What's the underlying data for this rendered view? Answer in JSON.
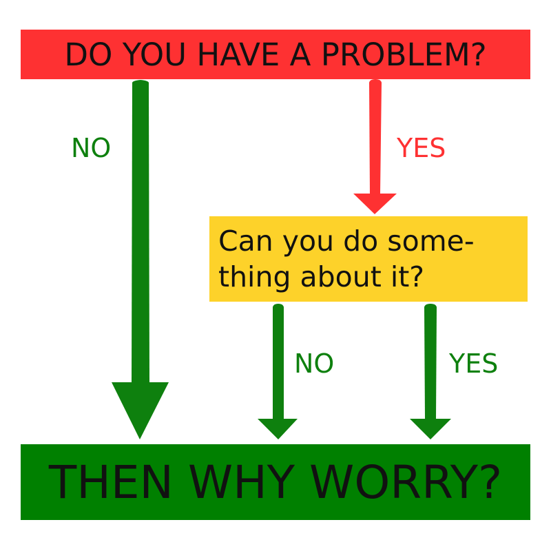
{
  "nodes": {
    "question_problem": {
      "text": "DO YOU HAVE A PROBLEM?",
      "color": "#fe3132"
    },
    "question_action": {
      "line1": "Can you do some-",
      "line2": "thing about it?",
      "color": "#fdd22a"
    },
    "conclusion": {
      "text": "THEN WHY WORRY?",
      "color": "#008000"
    }
  },
  "edges": {
    "problem_no": {
      "label": "NO",
      "color": "#0e800e"
    },
    "problem_yes": {
      "label": "YES",
      "color": "#fe3132"
    },
    "action_no": {
      "label": "NO",
      "color": "#0e800e"
    },
    "action_yes": {
      "label": "YES",
      "color": "#0e800e"
    }
  },
  "colors": {
    "arrow_green": "#0e800e",
    "arrow_red": "#fe3132",
    "text_dark": "#111111",
    "background": "#ffffff"
  }
}
